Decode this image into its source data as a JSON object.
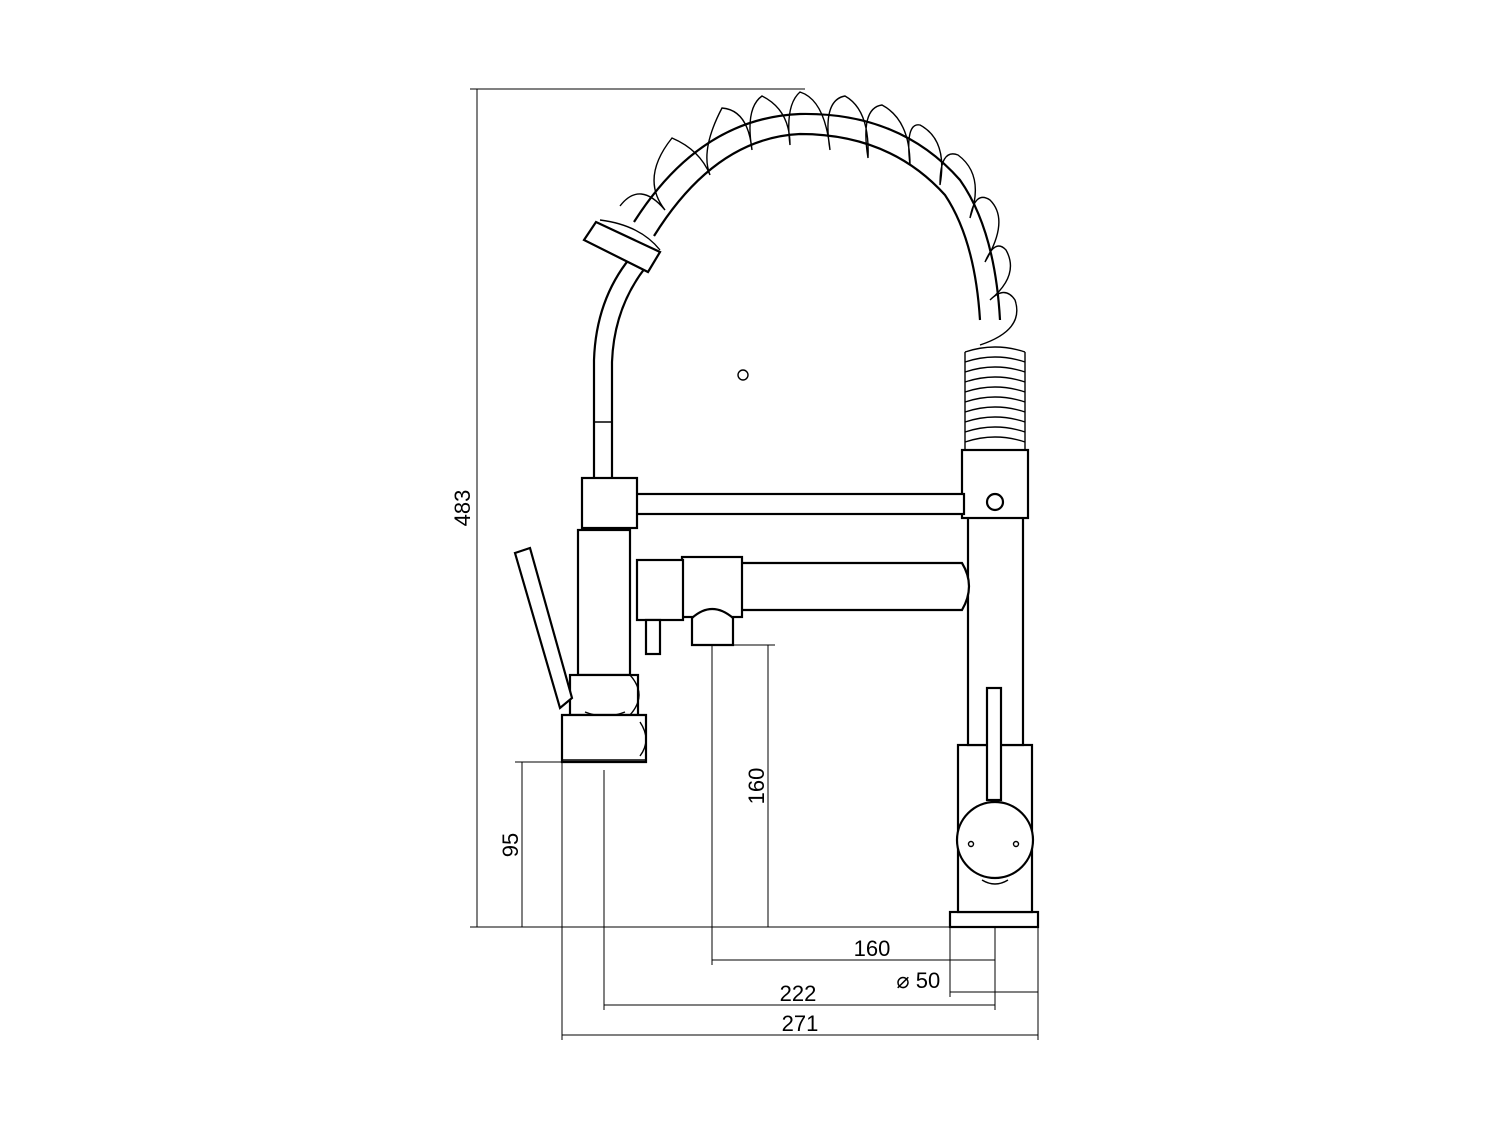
{
  "dimensions": {
    "total_height": "483",
    "spout_outlet_height": "160",
    "sprayer_height": "95",
    "spout_reach": "160",
    "base_diameter_symbol": "⌀",
    "base_diameter": "50",
    "sprayer_reach": "222",
    "overall_width": "271"
  },
  "colors": {
    "line": "#000000",
    "background": "#ffffff"
  }
}
